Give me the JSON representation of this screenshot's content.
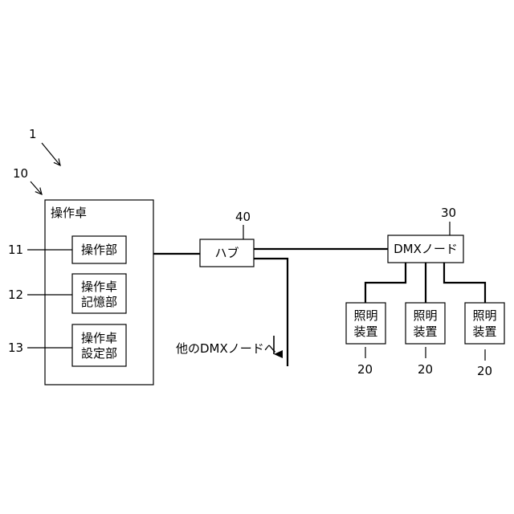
{
  "refs": {
    "system": "1",
    "console": "10",
    "operation_unit": "11",
    "console_memory": "12",
    "console_setting": "13",
    "lighting_a": "20",
    "lighting_b": "20",
    "lighting_c": "20",
    "dmx_node": "30",
    "hub": "40"
  },
  "console": {
    "title": "操作卓",
    "operation_unit": "操作部",
    "memory_line1": "操作卓",
    "memory_line2": "記憶部",
    "setting_line1": "操作卓",
    "setting_line2": "設定部"
  },
  "hub": {
    "label": "ハブ"
  },
  "dmx_node": {
    "label": "DMXノード"
  },
  "other_nodes": {
    "label": "他のDMXノードへ"
  },
  "lighting": [
    {
      "line1": "照明",
      "line2": "装置"
    },
    {
      "line1": "照明",
      "line2": "装置"
    },
    {
      "line1": "照明",
      "line2": "装置"
    }
  ]
}
